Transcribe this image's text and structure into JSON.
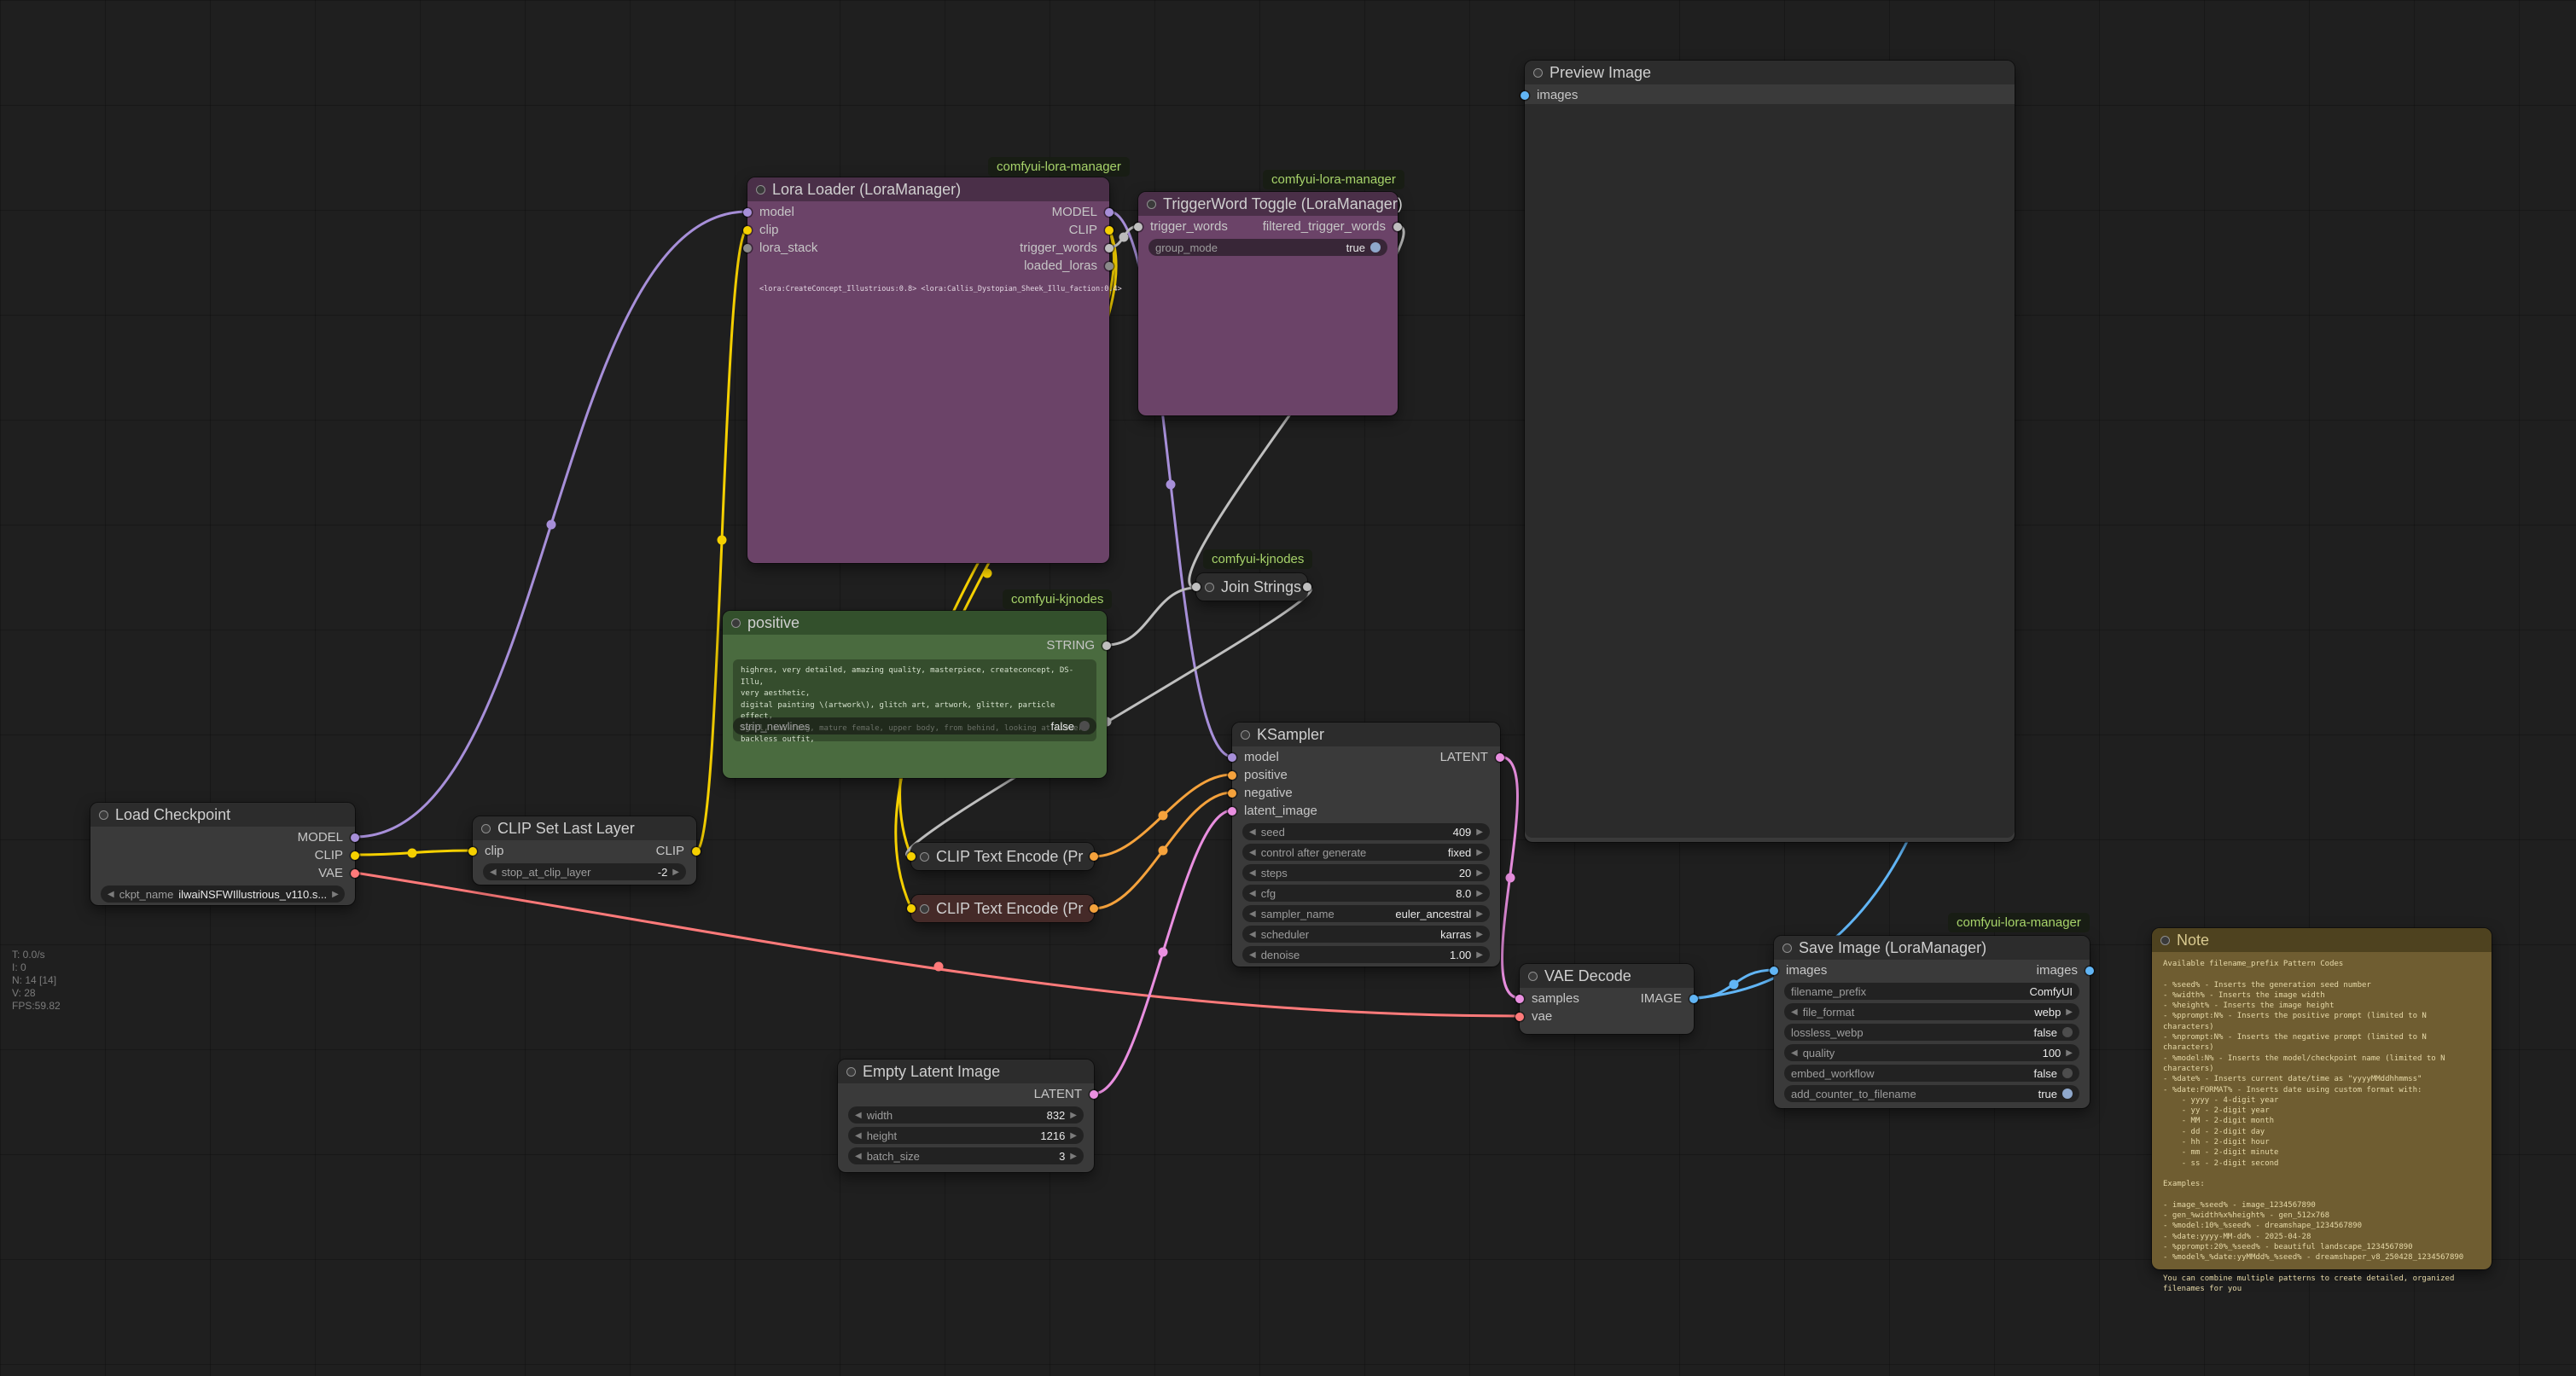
{
  "colors": {
    "model": "#a78fd9",
    "clip": "#f5d000",
    "vae": "#ff7a7a",
    "conditioning": "#f5a23c",
    "latent": "#e98fe0",
    "image": "#61b5f5",
    "string": "#bfbfbf",
    "badge": "#a7d36a"
  },
  "overlay": {
    "stats": [
      "T: 0.0/s",
      "I: 0",
      "N: 14 [14]",
      "V: 28",
      "FPS:59.82"
    ]
  },
  "badges": {
    "lora_manager": "comfyui-lora-manager",
    "kjnodes": "comfyui-kjnodes"
  },
  "nodes": {
    "load_checkpoint": {
      "title": "Load Checkpoint",
      "outputs": [
        "MODEL",
        "CLIP",
        "VAE"
      ],
      "ckpt_name": {
        "label": "ckpt_name",
        "value": "ilwaiNSFWIllustrious_v110.s..."
      }
    },
    "clip_set_last_layer": {
      "title": "CLIP Set Last Layer",
      "inputs": [
        "clip"
      ],
      "outputs": [
        "CLIP"
      ],
      "stop_at_clip_layer": {
        "label": "stop_at_clip_layer",
        "value": "-2"
      }
    },
    "lora_loader": {
      "title": "Lora Loader (LoraManager)",
      "inputs": [
        "model",
        "clip",
        "lora_stack"
      ],
      "outputs": [
        "MODEL",
        "CLIP",
        "trigger_words",
        "loaded_loras"
      ],
      "loras_text": "<lora:CreateConcept_Illustrious:0.8> <lora:Callis_Dystopian_Sheek_Illu_faction:0.4>"
    },
    "trigger_word_toggle": {
      "title": "TriggerWord Toggle (LoraManager)",
      "inputs": [
        "trigger_words"
      ],
      "outputs": [
        "filtered_trigger_words"
      ],
      "group_mode": {
        "label": "group_mode",
        "value": "true"
      }
    },
    "positive": {
      "title": "positive",
      "outputs": [
        "STRING"
      ],
      "text": "highres, very detailed, amazing quality, masterpiece, createconcept, DS-Illu,\nvery aesthetic,\ndigital painting \\(artwork\\), glitch art, artwork, glitter, particle effect,\n1girl, sui-feng, mature female, upper body, from behind, looking at viewer, backless outfit,",
      "strip_newlines": {
        "label": "strip_newlines",
        "value": "false"
      }
    },
    "join_strings": {
      "title": "Join Strings"
    },
    "clip_text_encode_1": {
      "title": "CLIP Text Encode (Pr"
    },
    "clip_text_encode_2": {
      "title": "CLIP Text Encode (Pr"
    },
    "ksampler": {
      "title": "KSampler",
      "inputs": [
        "model",
        "positive",
        "negative",
        "latent_image"
      ],
      "outputs": [
        "LATENT"
      ],
      "widgets": [
        {
          "label": "seed",
          "value": "409"
        },
        {
          "label": "control after generate",
          "value": "fixed"
        },
        {
          "label": "steps",
          "value": "20"
        },
        {
          "label": "cfg",
          "value": "8.0"
        },
        {
          "label": "sampler_name",
          "value": "euler_ancestral"
        },
        {
          "label": "scheduler",
          "value": "karras"
        },
        {
          "label": "denoise",
          "value": "1.00"
        }
      ]
    },
    "empty_latent_image": {
      "title": "Empty Latent Image",
      "outputs": [
        "LATENT"
      ],
      "widgets": [
        {
          "label": "width",
          "value": "832"
        },
        {
          "label": "height",
          "value": "1216"
        },
        {
          "label": "batch_size",
          "value": "3"
        }
      ]
    },
    "vae_decode": {
      "title": "VAE Decode",
      "inputs": [
        "samples",
        "vae"
      ],
      "outputs": [
        "IMAGE"
      ]
    },
    "save_image": {
      "title": "Save Image (LoraManager)",
      "inputs": [
        "images"
      ],
      "outputs": [
        "images"
      ],
      "widgets": [
        {
          "label": "filename_prefix",
          "value": "ComfyUI"
        },
        {
          "label": "file_format",
          "value": "webp"
        },
        {
          "label": "lossless_webp",
          "value": "false"
        },
        {
          "label": "quality",
          "value": "100"
        },
        {
          "label": "embed_workflow",
          "value": "false"
        },
        {
          "label": "add_counter_to_filename",
          "value": "true"
        }
      ]
    },
    "preview_image": {
      "title": "Preview Image",
      "inputs": [
        "images"
      ]
    },
    "note": {
      "title": "Note",
      "text": "Available filename_prefix Pattern Codes\n\n- %seed% - Inserts the generation seed number\n- %width% - Inserts the image width\n- %height% - Inserts the image height\n- %pprompt:N% - Inserts the positive prompt (limited to N characters)\n- %nprompt:N% - Inserts the negative prompt (limited to N characters)\n- %model:N% - Inserts the model/checkpoint name (limited to N characters)\n- %date% - Inserts current date/time as \"yyyyMMddhhmmss\"\n- %date:FORMAT% - Inserts date using custom format with:\n    - yyyy - 4-digit year\n    - yy - 2-digit year\n    - MM - 2-digit month\n    - dd - 2-digit day\n    - hh - 2-digit hour\n    - mm - 2-digit minute\n    - ss - 2-digit second\n\nExamples:\n\n- image_%seed% - image_1234567890\n- gen_%width%x%height% - gen_512x768\n- %model:10%_%seed% - dreamshape_1234567890\n- %date:yyyy-MM-dd% - 2025-04-28\n- %pprompt:20%_%seed% - beautiful landscape_1234567890\n- %model%_%date:yyMMdd%_%seed% - dreamshaper_v8_250428_1234567890\n\nYou can combine multiple patterns to create detailed, organized filenames for you"
    }
  }
}
